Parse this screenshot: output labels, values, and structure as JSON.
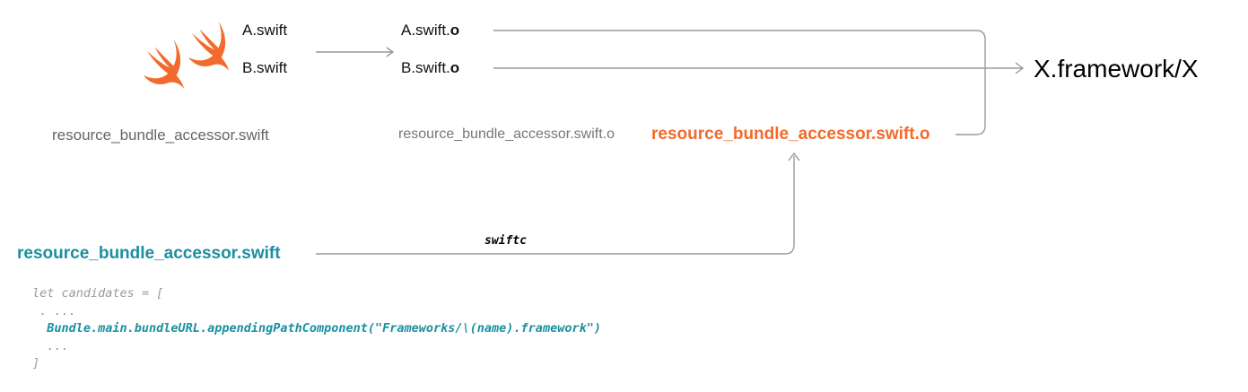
{
  "sources": {
    "a_swift": "A.swift",
    "b_swift": "B.swift",
    "generated_swift": "resource_bundle_accessor.swift"
  },
  "objects": {
    "a_base": "A.swift.",
    "a_ext": "o",
    "b_base": "B.swift.",
    "b_ext": "o",
    "generated_gray": "resource_bundle_accessor.swift.o",
    "generated_orange": "resource_bundle_accessor.swift.o"
  },
  "accessor_source": "resource_bundle_accessor.swift",
  "tool_label": "swiftc",
  "output_label": "X.framework/X",
  "code_lines": [
    "let candidates = [",
    " . ...",
    "  Bundle.main.bundleURL.appendingPathComponent(\"Frameworks/\\(name).framework\")",
    "  ...",
    "]"
  ],
  "colors": {
    "swift_orange": "#f26a2c",
    "accent_orange": "#f26a2c",
    "accent_teal": "#1a8fa0",
    "connector_gray": "#9a9a9a",
    "muted_text": "#666666"
  },
  "icons": {
    "logo": "swift-bird-icon"
  }
}
